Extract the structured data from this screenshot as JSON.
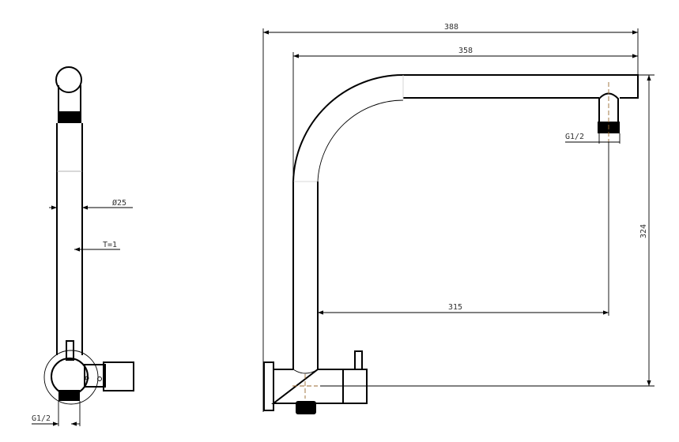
{
  "side_view": {
    "diameter_label": "Ø25",
    "thickness_label": "T=1",
    "thread_label": "G1/2"
  },
  "front_view": {
    "overall_width_label": "388",
    "spout_width_label": "358",
    "height_label": "324",
    "reach_label": "315",
    "thread_label": "G1/2"
  },
  "colors": {
    "line": "#000000",
    "centerline": "#9a6a30"
  }
}
